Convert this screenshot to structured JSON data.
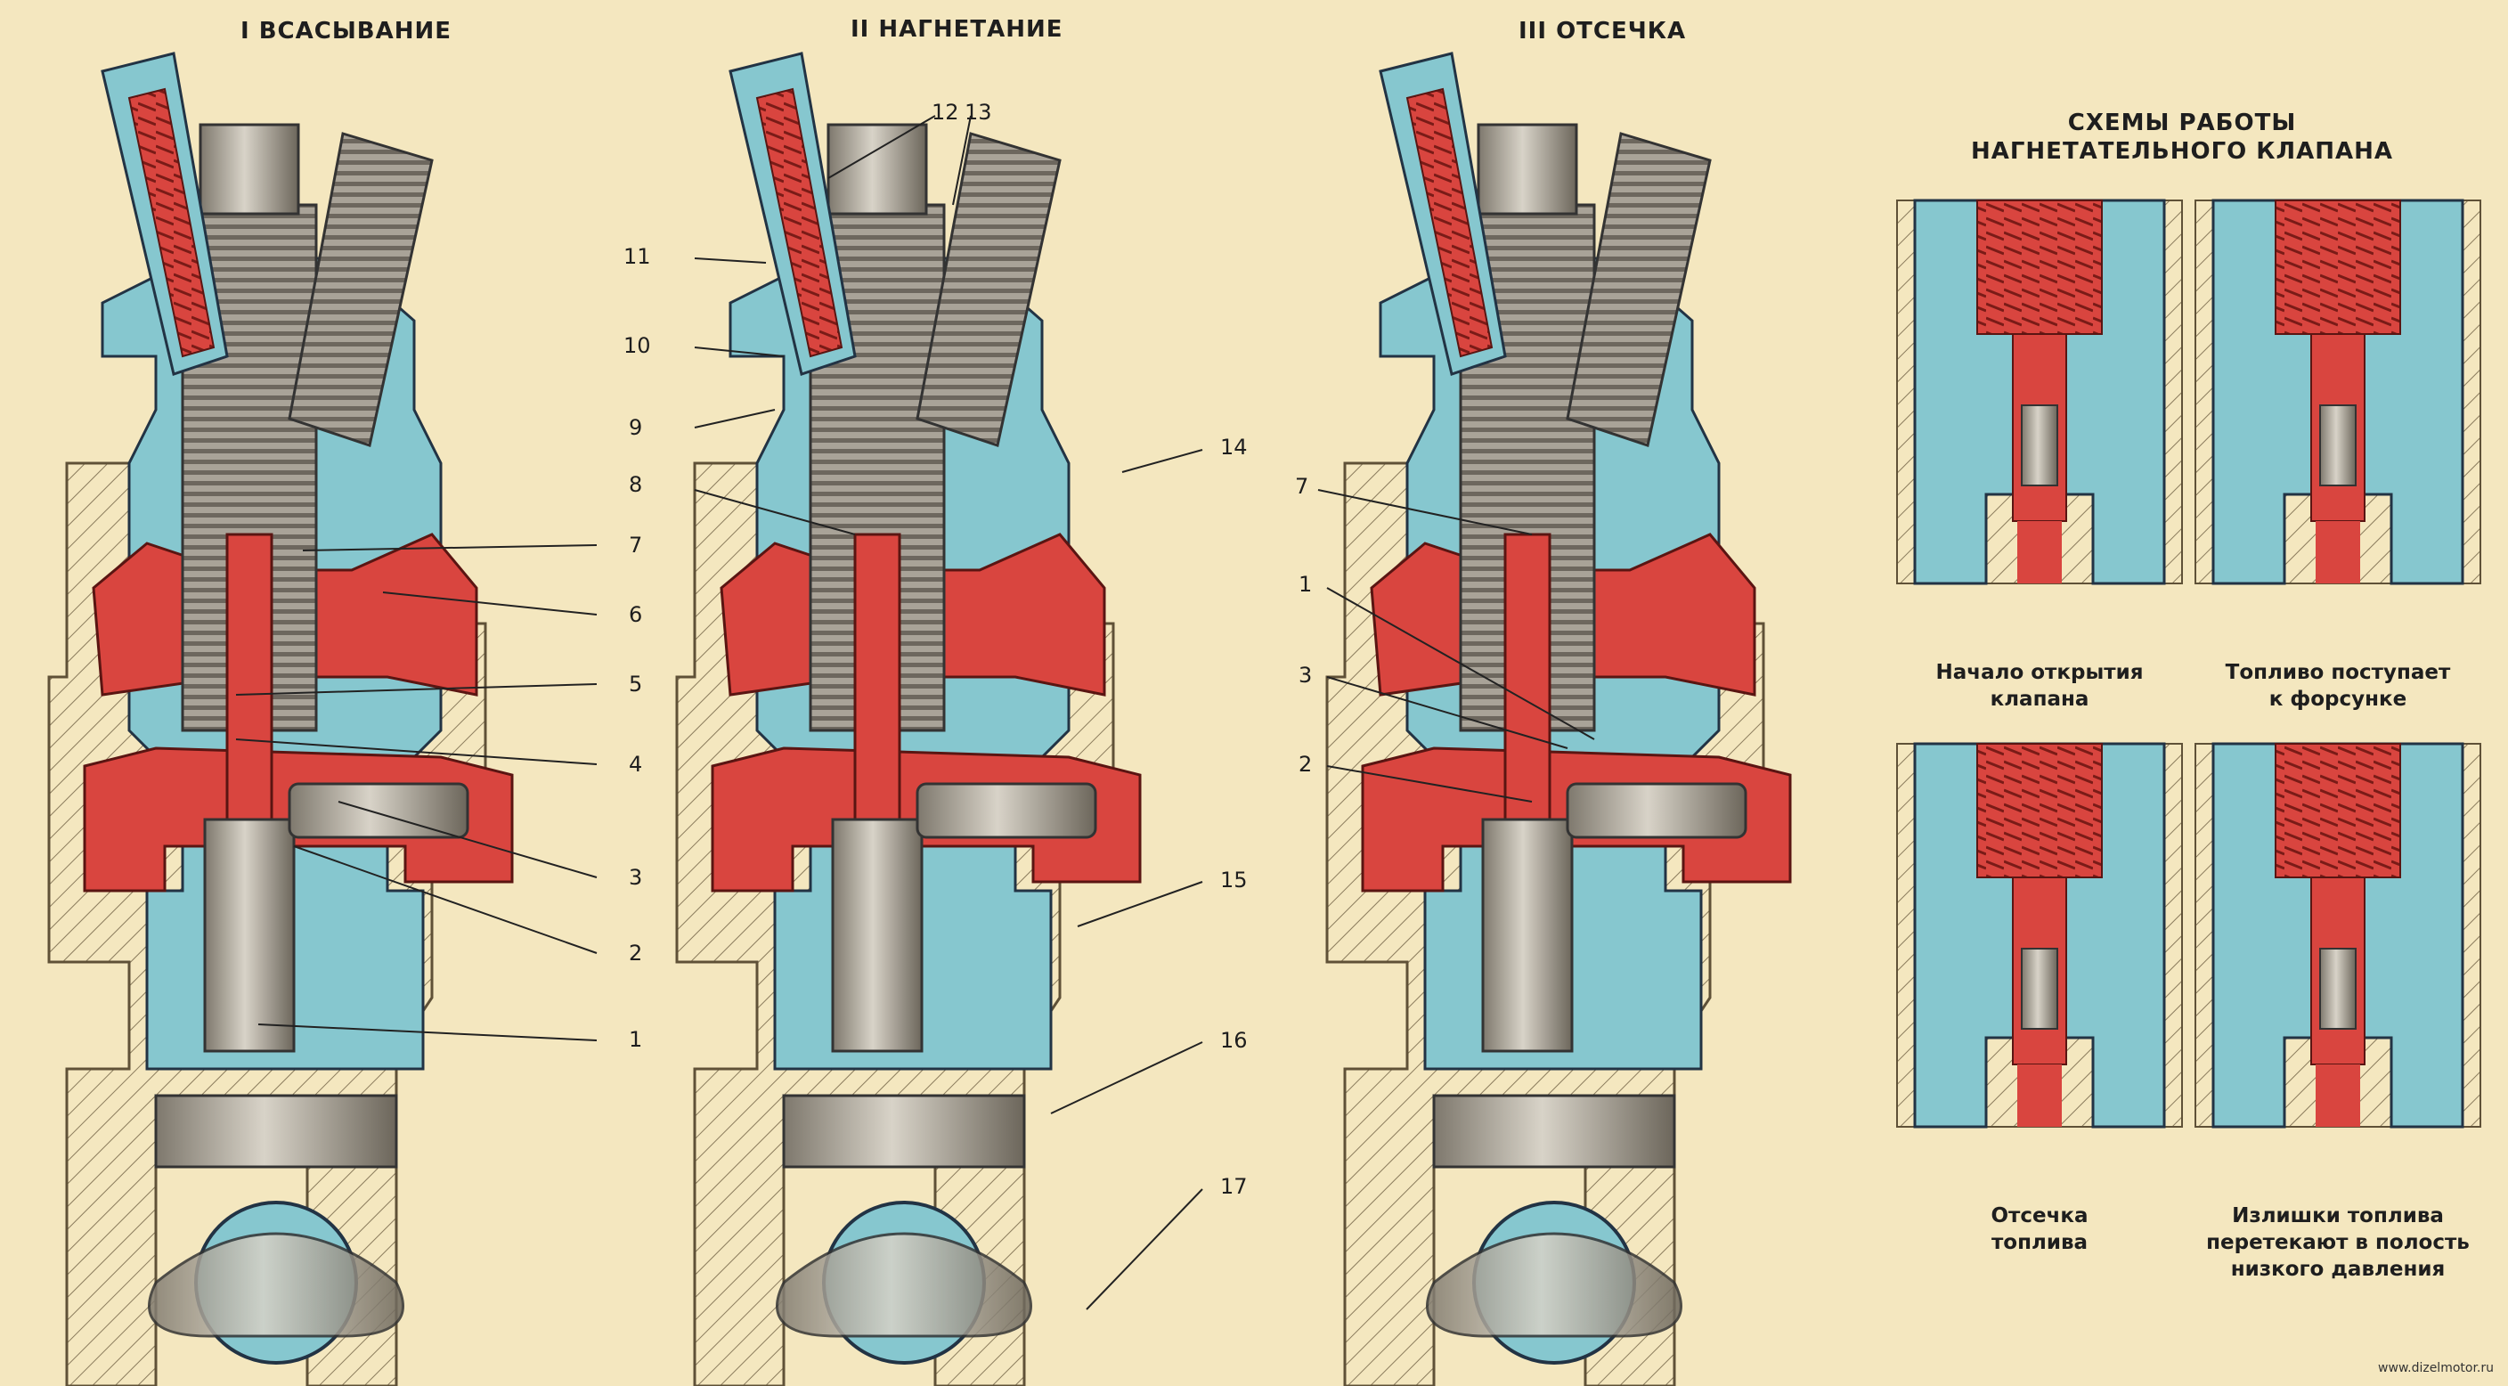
{
  "titles": {
    "suction": "I ВСАСЫВАНИЕ",
    "injection": "II НАГНЕТАНИЕ",
    "cutoff": "III ОТСЕЧКА"
  },
  "schemes": {
    "title": "СХЕМЫ РАБОТЫ\nНАГНЕТАТЕЛЬНОГО КЛАПАНА",
    "captions": {
      "opening": "Начало открытия\nклапана",
      "flow": "Топливо поступает\nк форсунке",
      "cutoff": "Отсечка\nтоплива",
      "excess": "Излишки топлива\nперетекают в полость\nнизкого давления"
    }
  },
  "callouts": {
    "suction": [
      "7",
      "6",
      "5",
      "4",
      "3",
      "2",
      "1"
    ],
    "injection": [
      "12",
      "13",
      "11",
      "10",
      "9",
      "8",
      "14",
      "15",
      "16",
      "17"
    ],
    "cutoff": [
      "7",
      "1",
      "3",
      "2"
    ]
  },
  "watermark": "www.dizelmotor.ru",
  "colors": {
    "paper": "#f4e7bf",
    "body_cyan": "#86c7cf",
    "fuel_red": "#d9453f",
    "steel": "#b8b2a6",
    "hatch": "#8a7b5c"
  }
}
